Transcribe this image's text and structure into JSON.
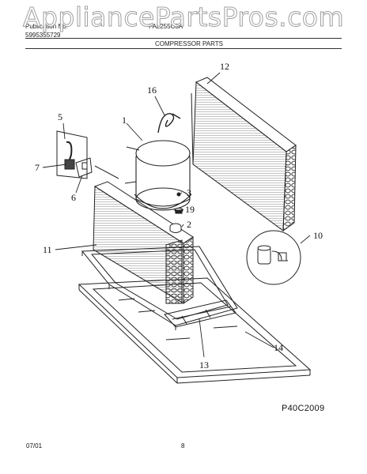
{
  "watermark": "AppliancePartsPros.com",
  "header": {
    "left_line_1": "Publication No.",
    "left_line_2": "5995355729",
    "model": "FAL255C3A",
    "section_title": "COMPRESSOR PARTS"
  },
  "callouts": [
    "12",
    "16",
    "1",
    "5",
    "7",
    "6",
    "3",
    "19",
    "2",
    "10",
    "11",
    "14",
    "13"
  ],
  "diagram_code": "P40C2009",
  "footer": {
    "date": "07/01",
    "page": "8"
  }
}
